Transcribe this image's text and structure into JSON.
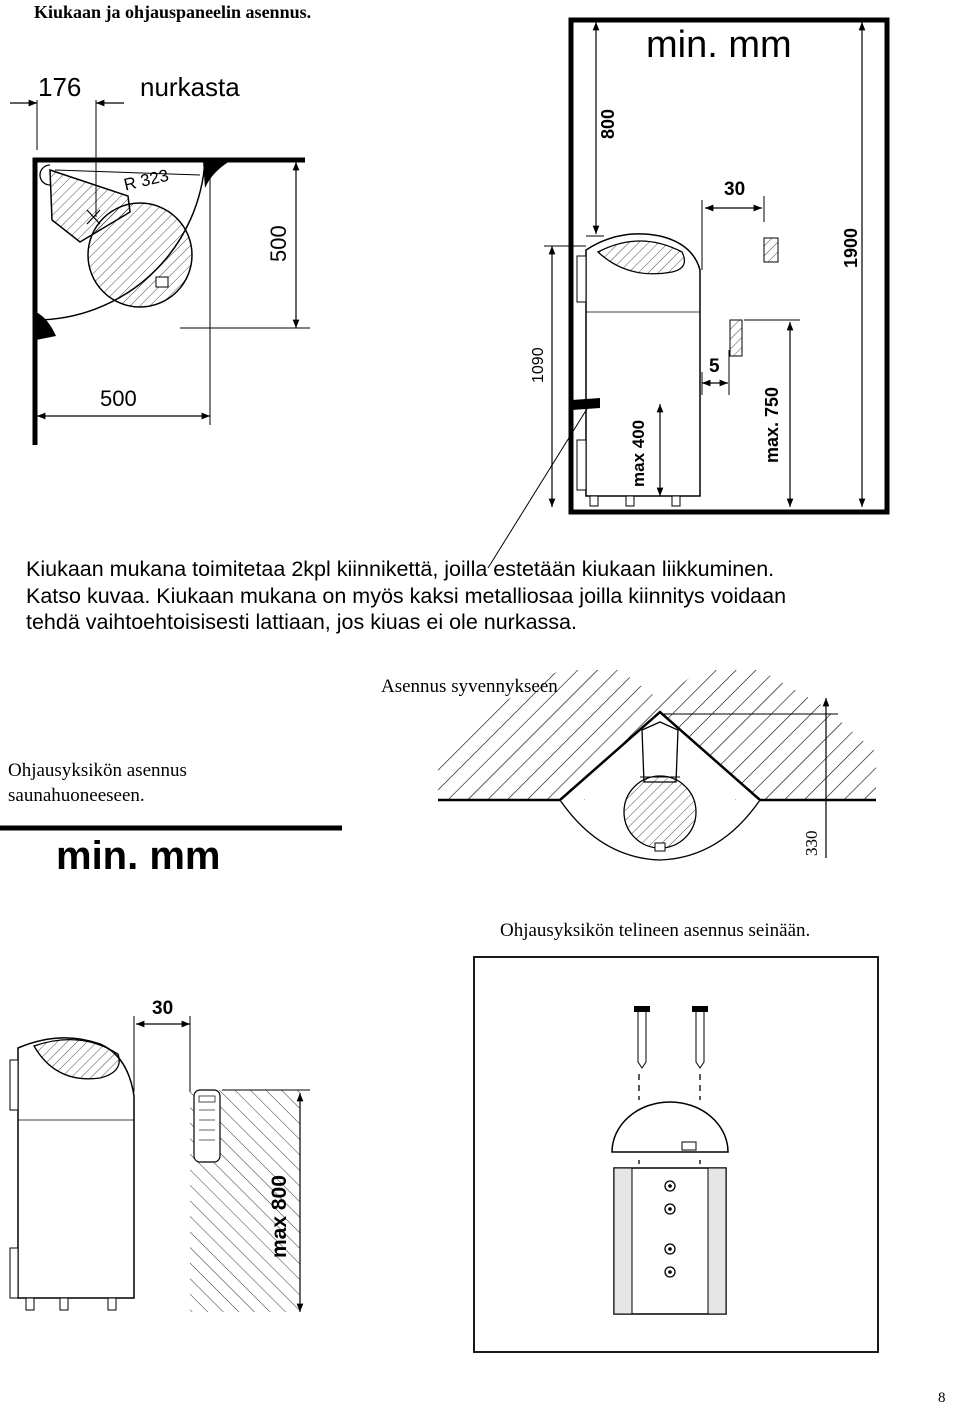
{
  "page_title": "Kiukaan ja ohjauspaneelin asennus.",
  "top_left": {
    "dim_176": "176",
    "label_nurkasta": "nurkasta",
    "radius_label": "R 323",
    "dim_500_vertical": "500",
    "dim_500_horizontal": "500"
  },
  "top_right": {
    "heading": "min. mm",
    "dim_800": "800",
    "dim_1900": "1900",
    "dim_30": "30",
    "dim_1090": "1090",
    "dim_5": "5",
    "dim_max_400": "max 400",
    "dim_max_750": "max. 750"
  },
  "paragraph": {
    "line1": "Kiukaan mukana toimitetaa 2kpl kiinnikettä,  joilla  estetään  kiukaan liikkuminen.",
    "line2": "Katso kuvaa. Kiukaan mukana on myös kaksi metalliosaa joilla kiinnitys voidaan",
    "line3": "tehdä vaihtoehtoisisesti lattiaan, jos kiuas ei ole nurkassa."
  },
  "recess": {
    "caption": "Asennus syvennykseen",
    "dim_330": "330"
  },
  "control_unit": {
    "caption_line1": "Ohjausyksikön asennus",
    "caption_line2": "saunahuoneeseen.",
    "heading": "min. mm",
    "dim_30": "30",
    "dim_max_800": "max 800"
  },
  "bracket": {
    "caption": "Ohjausyksikön telineen asennus seinään."
  },
  "page_number": "8",
  "colors": {
    "ink": "#000000",
    "paper": "#ffffff",
    "grey_fill": "#dddddd"
  }
}
